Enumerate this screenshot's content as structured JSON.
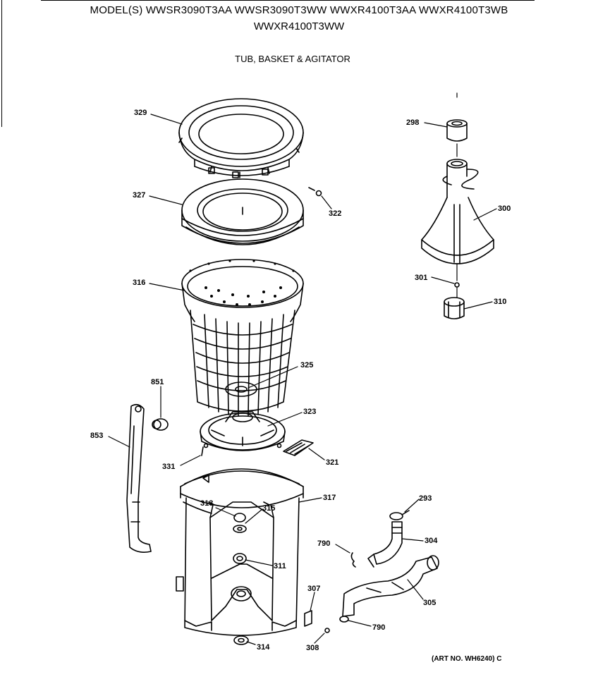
{
  "header": {
    "models_line1": "MODEL(S) WWSR3090T3AA  WWSR3090T3WW  WWXR4100T3AA  WWXR4100T3WB",
    "models_line2": "WWXR4100T3WW",
    "section_title": "TUB, BASKET & AGITATOR"
  },
  "footer": {
    "art_number": "(ART NO. WH6240) C"
  },
  "parts": {
    "p329": "329",
    "p327": "327",
    "p322": "322",
    "p316": "316",
    "p325": "325",
    "p323": "323",
    "p321": "321",
    "p851": "851",
    "p853": "853",
    "p331": "331",
    "p317": "317",
    "p313": "313",
    "p315": "315",
    "p311": "311",
    "p314": "314",
    "p298": "298",
    "p300": "300",
    "p301": "301",
    "p310": "310",
    "p293": "293",
    "p790a": "790",
    "p304": "304",
    "p305": "305",
    "p307": "307",
    "p790b": "790",
    "p308": "308"
  }
}
